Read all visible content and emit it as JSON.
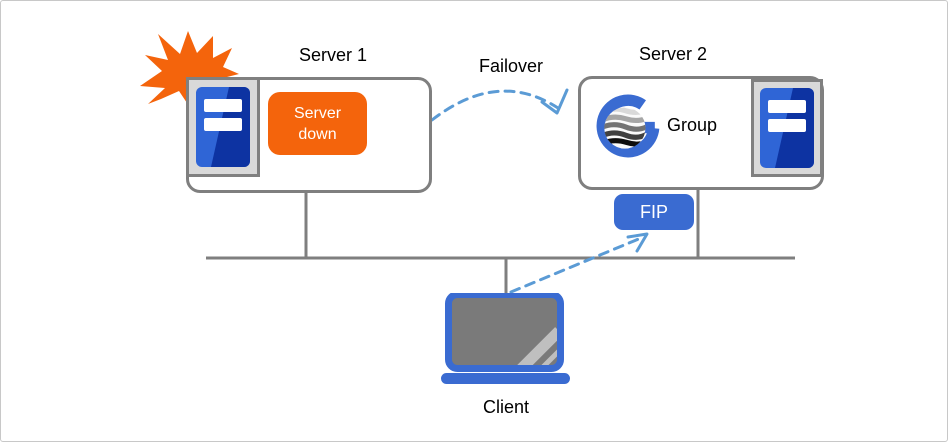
{
  "diagram_type": "failover-cluster-diagram",
  "colors": {
    "orange": "#f4640c",
    "blue": "#3a6bd1",
    "arrow_blue": "#5b9bd5",
    "line_gray": "#7f7f7f",
    "panel_gray": "#d9d9d9",
    "server_icon_dark_blue": "#0d33a2",
    "server_icon_light_blue": "#2f65d6",
    "laptop_screen_gray": "#7a7a7a"
  },
  "server1": {
    "title": "Server 1",
    "status_badge": "Server down",
    "icons": [
      "crash-burst-icon",
      "server-icon"
    ]
  },
  "failover": {
    "label": "Failover"
  },
  "server2": {
    "title": "Server 2",
    "group_label": "Group",
    "fip_badge": "FIP",
    "icons": [
      "group-logo-icon",
      "server-icon"
    ]
  },
  "client": {
    "label": "Client",
    "icons": [
      "laptop-icon"
    ]
  },
  "connections": [
    {
      "from": "server1",
      "to": "network-bus",
      "style": "solid-gray-line"
    },
    {
      "from": "server2",
      "to": "network-bus",
      "style": "solid-gray-line"
    },
    {
      "from": "client",
      "to": "network-bus",
      "style": "solid-gray-line"
    },
    {
      "from": "server1",
      "to": "server2",
      "style": "dashed-blue-arc",
      "label": "Failover"
    },
    {
      "from": "client",
      "to": "fip-badge",
      "style": "dashed-blue-arrow"
    }
  ]
}
